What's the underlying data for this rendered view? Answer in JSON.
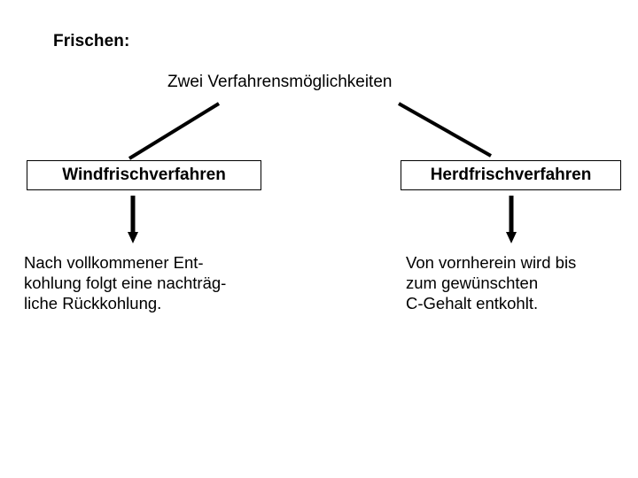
{
  "slide": {
    "background_color": "#ffffff",
    "ink_color": "#000000",
    "heading": "Frischen:",
    "subtitle": "Zwei Verfahrensmöglichkeiten"
  },
  "branches": [
    {
      "id": "wind",
      "box_label": "Windfrischverfahren",
      "description_lines": [
        "Nach vollkommener Ent-",
        "kohlung folgt eine nachträg-",
        "liche Rückkohlung."
      ]
    },
    {
      "id": "herd",
      "box_label": "Herdfrischverfahren",
      "description_lines": [
        "Von vornherein wird bis",
        "zum gewünschten",
        "C-Gehalt entkohlt."
      ]
    }
  ],
  "connectors": {
    "diagonal_left": "diagonal-line-to-wind-box",
    "diagonal_right": "diagonal-line-to-herd-box",
    "arrow_left": "down-arrow-wind",
    "arrow_right": "down-arrow-herd"
  }
}
